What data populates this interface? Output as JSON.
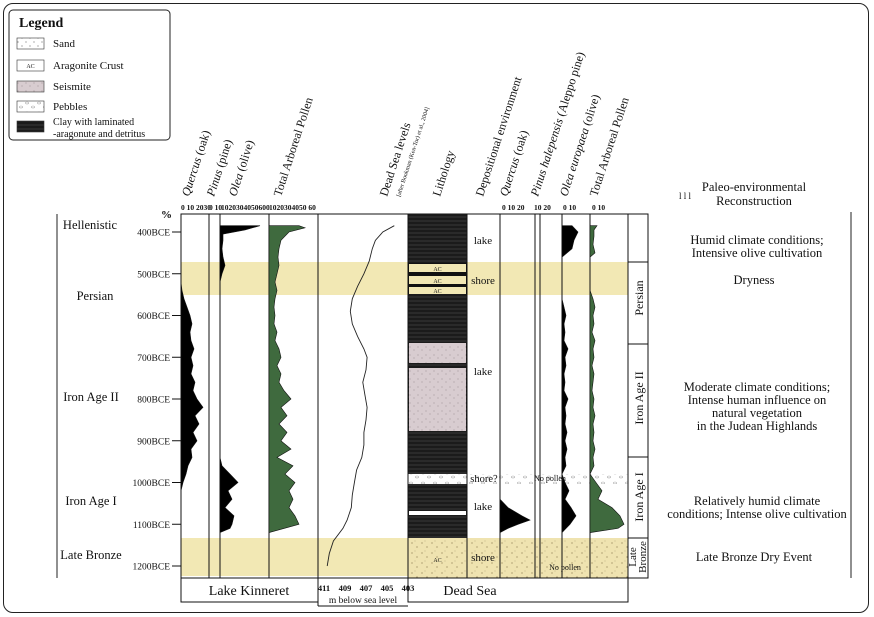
{
  "legend": {
    "title": "Legend",
    "items": [
      {
        "key": "sand",
        "label": "Sand"
      },
      {
        "key": "ac",
        "label": "Aragonite Crust",
        "swatch_text": "AC"
      },
      {
        "key": "seismite",
        "label": "Seismite"
      },
      {
        "key": "pebbles",
        "label": "Pebbles"
      },
      {
        "key": "clay",
        "label_line1": "Clay with laminated",
        "label_line2": "-aragonute and detritus"
      }
    ]
  },
  "percent_symbol": "%",
  "time_labels": [
    "400BCE",
    "500BCE",
    "600BCE",
    "700BCE",
    "800BCE",
    "900BCE",
    "1000BCE",
    "1100BCE",
    "1200BCE"
  ],
  "periods": [
    "Hellenistic",
    "Persian",
    "Iron Age II",
    "Iron Age I",
    "Late Bronze"
  ],
  "kinneret_headers": {
    "quercus_italic": "Quercus",
    "quercus_rest": " (oak)",
    "pinus_italic": "Pinus",
    "pinus_rest": " (pine)",
    "olea_italic": "Olea",
    "olea_rest": " (olive)",
    "total": "Total Arboreal Pollen"
  },
  "kinneret_scales": {
    "quercus": "0 10 2030",
    "pinus": "0 10",
    "olea": "1020304050600",
    "total": "1020304050 60"
  },
  "deadsea_levels_header": {
    "title": "Dead Sea levels",
    "source": "[after Bookman (Ken-Tor) et al., 2004]"
  },
  "lithology_header": "Lithology",
  "depositional_header": "Depositional environment",
  "deadsea_pollen_headers": {
    "quercus_italic": "Quercus",
    "quercus_rest": " (oak)",
    "pinus_italic": "Pinus halepensis",
    "pinus_rest": " (Aleppo pine)",
    "olea_italic": "Olea europaea",
    "olea_rest": " (olive)",
    "total": "Total Arboreal Pollen"
  },
  "deadsea_scales": {
    "quercus": "0 10 20",
    "pinus": "10 20",
    "olea": "0 10",
    "total": "0 10"
  },
  "tick_marks_top": "l l l",
  "deposition": {
    "lake": "lake",
    "shore": "shore",
    "shore_q": "shore?",
    "no_pollen": "No pollen"
  },
  "ac_label": "AC",
  "level_axis": {
    "ticks": [
      "411",
      "409",
      "407",
      "405",
      "403"
    ],
    "label": "m below sea level"
  },
  "bottom_labels": {
    "kinneret": "Lake Kinneret",
    "deadsea": "Dead Sea"
  },
  "right_periods": [
    "Persian",
    "Iron Age II",
    "Iron Age I",
    "Late",
    "Bronze"
  ],
  "reconstruction": {
    "header_line1": "Paleo-environmental",
    "header_line2": "Reconstruction",
    "hellenistic": [
      "Humid climate conditions;",
      "Intensive olive cultivation"
    ],
    "persian": [
      "Dryness"
    ],
    "iron2": [
      "Moderate climate conditions;",
      "Intense human influence on",
      "natural vegetation",
      "in the Judean Highlands"
    ],
    "iron1": [
      "Relatively humid climate",
      "conditions; Intense olive cultivation"
    ],
    "lateBronze": [
      "Late Bronze Dry Event"
    ]
  },
  "colors": {
    "dry_band": "#f2e8b4",
    "sand": "#efe3b0",
    "seismite": "#d8ccd0",
    "green": "#3f6a3e",
    "black": "#000000"
  },
  "pollen_curves": {
    "k_olea": [
      [
        385,
        40
      ],
      [
        395,
        25
      ],
      [
        405,
        3
      ],
      [
        420,
        3
      ],
      [
        440,
        2
      ],
      [
        460,
        3
      ],
      [
        480,
        5
      ],
      [
        500,
        2
      ],
      [
        520,
        0
      ],
      [
        540,
        0
      ],
      [
        560,
        0
      ],
      [
        580,
        0
      ],
      [
        600,
        0
      ],
      [
        620,
        0
      ],
      [
        640,
        0
      ],
      [
        660,
        0
      ],
      [
        680,
        0
      ],
      [
        700,
        0
      ],
      [
        720,
        0
      ],
      [
        740,
        0
      ],
      [
        760,
        0
      ],
      [
        780,
        0
      ],
      [
        800,
        0
      ],
      [
        820,
        0
      ],
      [
        840,
        0
      ],
      [
        860,
        0
      ],
      [
        880,
        0
      ],
      [
        900,
        0
      ],
      [
        920,
        0
      ],
      [
        940,
        0
      ],
      [
        960,
        2
      ],
      [
        980,
        10
      ],
      [
        1000,
        18
      ],
      [
        1020,
        8
      ],
      [
        1040,
        12
      ],
      [
        1060,
        5
      ],
      [
        1080,
        14
      ],
      [
        1100,
        12
      ],
      [
        1110,
        10
      ],
      [
        1120,
        0
      ]
    ],
    "k_quercus": [
      [
        520,
        0
      ],
      [
        540,
        1
      ],
      [
        560,
        3
      ],
      [
        580,
        6
      ],
      [
        600,
        9
      ],
      [
        620,
        11
      ],
      [
        640,
        9
      ],
      [
        660,
        10
      ],
      [
        680,
        13
      ],
      [
        700,
        10
      ],
      [
        720,
        12
      ],
      [
        740,
        10
      ],
      [
        760,
        14
      ],
      [
        780,
        12
      ],
      [
        800,
        16
      ],
      [
        820,
        22
      ],
      [
        840,
        14
      ],
      [
        860,
        18
      ],
      [
        880,
        12
      ],
      [
        900,
        16
      ],
      [
        920,
        10
      ],
      [
        940,
        11
      ],
      [
        960,
        7
      ],
      [
        980,
        5
      ],
      [
        1000,
        2
      ],
      [
        1020,
        0
      ]
    ],
    "k_total": [
      [
        385,
        30
      ],
      [
        390,
        36
      ],
      [
        400,
        20
      ],
      [
        420,
        12
      ],
      [
        440,
        10
      ],
      [
        460,
        9
      ],
      [
        480,
        10
      ],
      [
        500,
        8
      ],
      [
        520,
        6
      ],
      [
        540,
        8
      ],
      [
        560,
        6
      ],
      [
        580,
        5
      ],
      [
        600,
        6
      ],
      [
        620,
        5
      ],
      [
        640,
        8
      ],
      [
        660,
        6
      ],
      [
        680,
        10
      ],
      [
        700,
        12
      ],
      [
        720,
        8
      ],
      [
        740,
        12
      ],
      [
        760,
        10
      ],
      [
        780,
        15
      ],
      [
        800,
        22
      ],
      [
        820,
        12
      ],
      [
        840,
        18
      ],
      [
        860,
        10
      ],
      [
        880,
        18
      ],
      [
        900,
        12
      ],
      [
        920,
        22
      ],
      [
        940,
        8
      ],
      [
        960,
        24
      ],
      [
        980,
        16
      ],
      [
        1000,
        26
      ],
      [
        1020,
        20
      ],
      [
        1040,
        24
      ],
      [
        1060,
        20
      ],
      [
        1080,
        26
      ],
      [
        1100,
        30
      ],
      [
        1120,
        0
      ]
    ],
    "d_olea": [
      [
        385,
        10
      ],
      [
        400,
        16
      ],
      [
        420,
        12
      ],
      [
        440,
        10
      ],
      [
        460,
        0
      ],
      [
        560,
        0
      ],
      [
        580,
        2
      ],
      [
        600,
        4
      ],
      [
        620,
        2
      ],
      [
        640,
        3
      ],
      [
        660,
        2
      ],
      [
        680,
        6
      ],
      [
        700,
        3
      ],
      [
        720,
        4
      ],
      [
        740,
        2
      ],
      [
        760,
        3
      ],
      [
        780,
        2
      ],
      [
        800,
        6
      ],
      [
        820,
        3
      ],
      [
        840,
        4
      ],
      [
        860,
        3
      ],
      [
        880,
        5
      ],
      [
        900,
        3
      ],
      [
        920,
        5
      ],
      [
        940,
        3
      ],
      [
        960,
        4
      ],
      [
        980,
        0
      ],
      [
        1000,
        3
      ],
      [
        1020,
        7
      ],
      [
        1040,
        3
      ],
      [
        1060,
        9
      ],
      [
        1080,
        14
      ],
      [
        1100,
        8
      ],
      [
        1110,
        4
      ],
      [
        1120,
        0
      ]
    ],
    "d_total": [
      [
        385,
        7
      ],
      [
        395,
        4
      ],
      [
        410,
        4
      ],
      [
        430,
        3
      ],
      [
        450,
        5
      ],
      [
        460,
        0
      ],
      [
        540,
        0
      ],
      [
        560,
        3
      ],
      [
        580,
        5
      ],
      [
        600,
        3
      ],
      [
        620,
        4
      ],
      [
        640,
        2
      ],
      [
        660,
        5
      ],
      [
        680,
        3
      ],
      [
        700,
        4
      ],
      [
        720,
        2
      ],
      [
        740,
        4
      ],
      [
        760,
        3
      ],
      [
        780,
        2
      ],
      [
        800,
        4
      ],
      [
        820,
        3
      ],
      [
        840,
        5
      ],
      [
        860,
        3
      ],
      [
        880,
        4
      ],
      [
        900,
        3
      ],
      [
        920,
        5
      ],
      [
        940,
        3
      ],
      [
        960,
        4
      ],
      [
        980,
        0
      ],
      [
        1000,
        6
      ],
      [
        1020,
        12
      ],
      [
        1040,
        8
      ],
      [
        1060,
        22
      ],
      [
        1080,
        30
      ],
      [
        1100,
        34
      ],
      [
        1110,
        28
      ],
      [
        1120,
        0
      ]
    ],
    "d_quercus": [
      [
        1040,
        0
      ],
      [
        1060,
        8
      ],
      [
        1080,
        22
      ],
      [
        1090,
        30
      ],
      [
        1100,
        18
      ],
      [
        1110,
        8
      ],
      [
        1120,
        0
      ]
    ]
  },
  "level_curve": [
    [
      385,
      404.3
    ],
    [
      400,
      405.4
    ],
    [
      420,
      406.1
    ],
    [
      440,
      406.4
    ],
    [
      470,
      406.7
    ],
    [
      500,
      407.2
    ],
    [
      530,
      407.8
    ],
    [
      560,
      408.3
    ],
    [
      590,
      408.5
    ],
    [
      620,
      408.3
    ],
    [
      650,
      407.8
    ],
    [
      680,
      407.2
    ],
    [
      700,
      406.9
    ],
    [
      730,
      407.0
    ],
    [
      760,
      407.3
    ],
    [
      790,
      407.1
    ],
    [
      820,
      406.9
    ],
    [
      850,
      407.0
    ],
    [
      880,
      407.2
    ],
    [
      910,
      407.2
    ],
    [
      940,
      407.4
    ],
    [
      970,
      407.9
    ],
    [
      1000,
      408.1
    ],
    [
      1030,
      408.3
    ],
    [
      1060,
      408.4
    ],
    [
      1090,
      408.8
    ],
    [
      1110,
      409.2
    ],
    [
      1140,
      410.1
    ],
    [
      1170,
      410.5
    ],
    [
      1200,
      410.7
    ]
  ]
}
